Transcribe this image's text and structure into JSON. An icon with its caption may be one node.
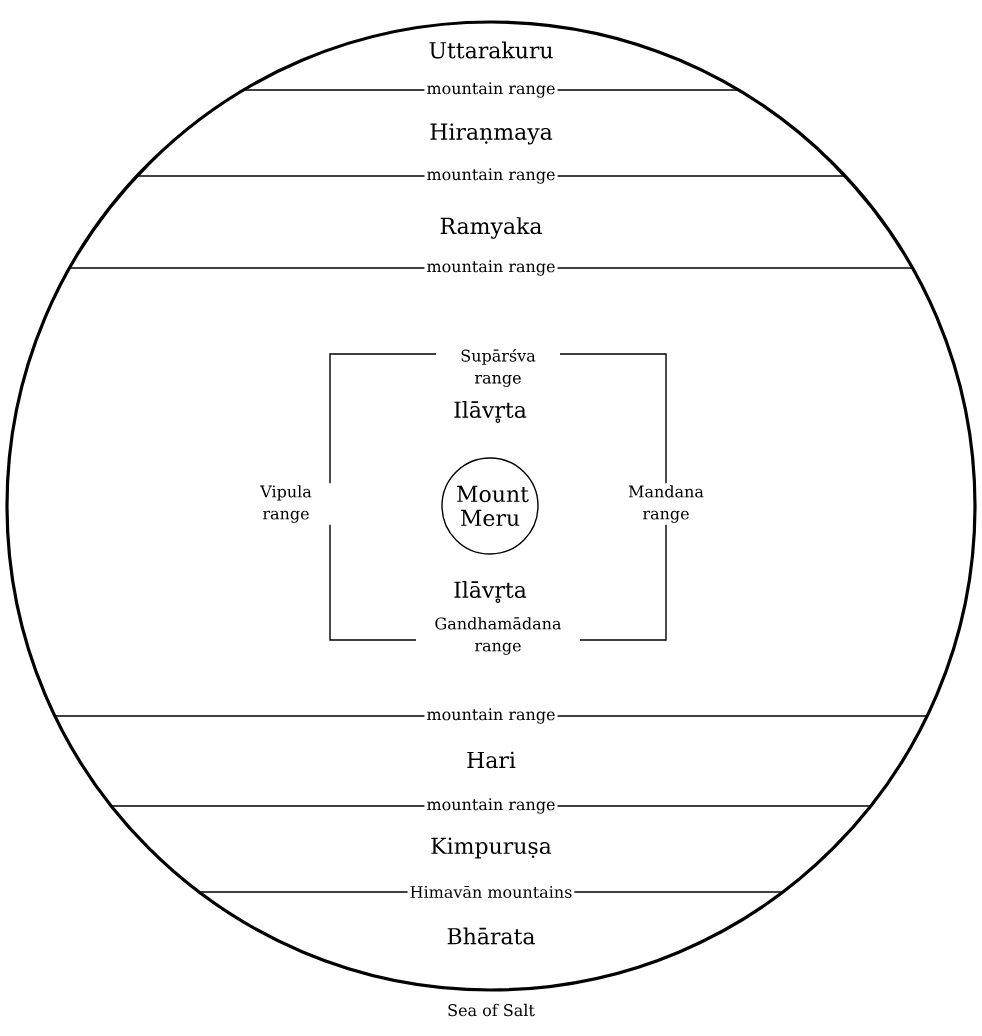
{
  "diagram": {
    "nodes": [
      {
        "text": [
          "Mount Meru"
        ]
      }
    ],
    "edges": [],
    "labels": [
      "Uttarakuru",
      "mountain range",
      "Hiraṇmaya",
      "mountain range",
      "Ramyaka",
      "mountain range",
      "Supārśva range",
      "Ilāvr̥ta",
      "Vipula range",
      "Mandana range",
      "Ilāvr̥ta",
      "Gandhamādana range",
      "mountain range",
      "Hari",
      "mountain range",
      "Kimpuruṣa",
      "Himavān mountains",
      "Bhārata",
      "Sea of Salt"
    ]
  }
}
